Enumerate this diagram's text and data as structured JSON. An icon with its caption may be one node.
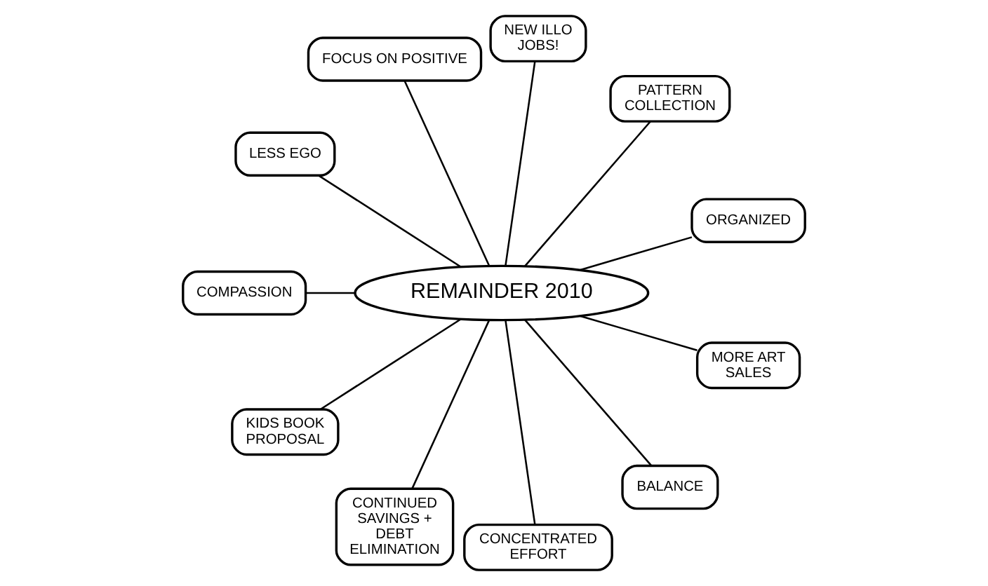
{
  "diagram": {
    "nodes": [
      {
        "text": [
          "REMAINDER 2010"
        ]
      },
      {
        "text": [
          "ORGANIZED"
        ]
      },
      {
        "text": [
          "PATTERN COLLECTION"
        ]
      },
      {
        "text": [
          "NEW ILLO JOBS!"
        ]
      },
      {
        "text": [
          "FOCUS ON POSITIVE"
        ]
      },
      {
        "text": [
          "LESS EGO"
        ]
      },
      {
        "text": [
          "COMPASSION"
        ]
      },
      {
        "text": [
          "KIDS BOOK PROPOSAL"
        ]
      },
      {
        "text": [
          "CONTINUED SAVINGS + DEBT ELIMINATION"
        ]
      },
      {
        "text": [
          "CONCENTRATED EFFORT"
        ]
      },
      {
        "text": [
          "BALANCE"
        ]
      },
      {
        "text": [
          "MORE ART SALES"
        ]
      }
    ],
    "edges": [
      {
        "from": 0,
        "to": 1,
        "arrow": "none"
      },
      {
        "from": 0,
        "to": 2,
        "arrow": "none"
      },
      {
        "from": 0,
        "to": 3,
        "arrow": "none"
      },
      {
        "from": 0,
        "to": 4,
        "arrow": "none"
      },
      {
        "from": 0,
        "to": 5,
        "arrow": "none"
      },
      {
        "from": 0,
        "to": 6,
        "arrow": "none"
      },
      {
        "from": 0,
        "to": 7,
        "arrow": "none"
      },
      {
        "from": 0,
        "to": 8,
        "arrow": "none"
      },
      {
        "from": 0,
        "to": 9,
        "arrow": "none"
      },
      {
        "from": 0,
        "to": 10,
        "arrow": "none"
      },
      {
        "from": 0,
        "to": 11,
        "arrow": "none"
      }
    ]
  }
}
